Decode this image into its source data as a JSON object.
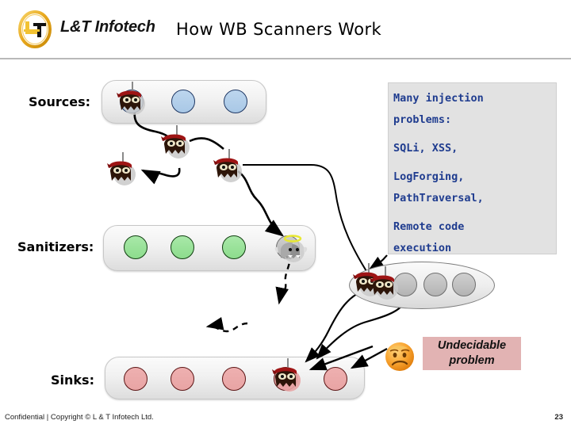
{
  "header": {
    "logo_text": "L&T Infotech",
    "logo_icon": "lt-monogram-logo",
    "title": "How WB Scanners Work"
  },
  "rows": [
    {
      "id": "sources",
      "label": "Sources:",
      "node_color": "#a9c8e6",
      "node_count": 3,
      "ninja_index": 0
    },
    {
      "id": "sanitizers",
      "label": "Sanitizers:",
      "node_color": "#8ddc8d",
      "node_count": 4,
      "angel_index": 3
    },
    {
      "id": "sinks",
      "label": "Sinks:",
      "node_color": "#e8a4a4",
      "node_count": 5,
      "ninja_index": 3
    }
  ],
  "info_block": {
    "lines": [
      "Many injection",
      "problems:",
      "SQLi, XSS,",
      "LogForging,",
      "PathTraversal,",
      " Remote code",
      "execution"
    ],
    "text_color": "#1f3c8f",
    "background": "#e2e2e2"
  },
  "oval_group": {
    "name": "undecidable-cluster",
    "ninja_count": 2,
    "node_count": 3,
    "node_color": "#b4b4b4"
  },
  "callout": {
    "line1": "Undecidable",
    "line2": "problem",
    "background": "#e2b3b3",
    "icon": "sad-face-icon"
  },
  "footer": {
    "confidential": "Confidential  |  Copyright © L & T Infotech Ltd.",
    "page_number": "23"
  }
}
